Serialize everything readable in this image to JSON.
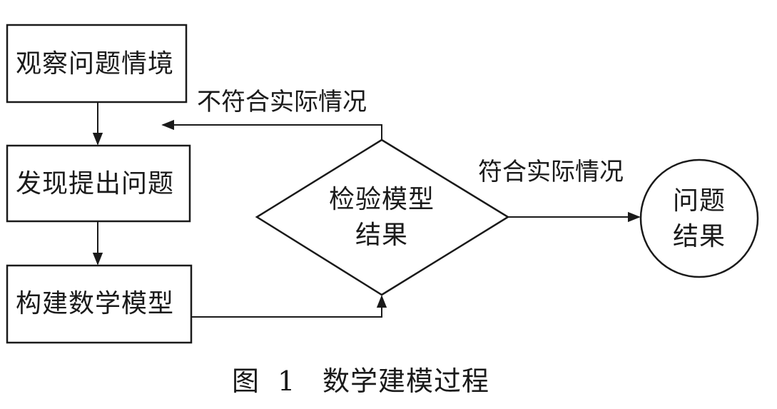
{
  "nodes": {
    "observe": "观察问题情境",
    "discover": "发现提出问题",
    "construct": "构建数学模型",
    "verify_line1": "检验模型",
    "verify_line2": "结果",
    "result_line1": "问题",
    "result_line2": "结果"
  },
  "edges": {
    "not_fit": "不符合实际情况",
    "fit": "符合实际情况"
  },
  "caption": {
    "figure_no": "图 1",
    "title": "数学建模过程"
  }
}
